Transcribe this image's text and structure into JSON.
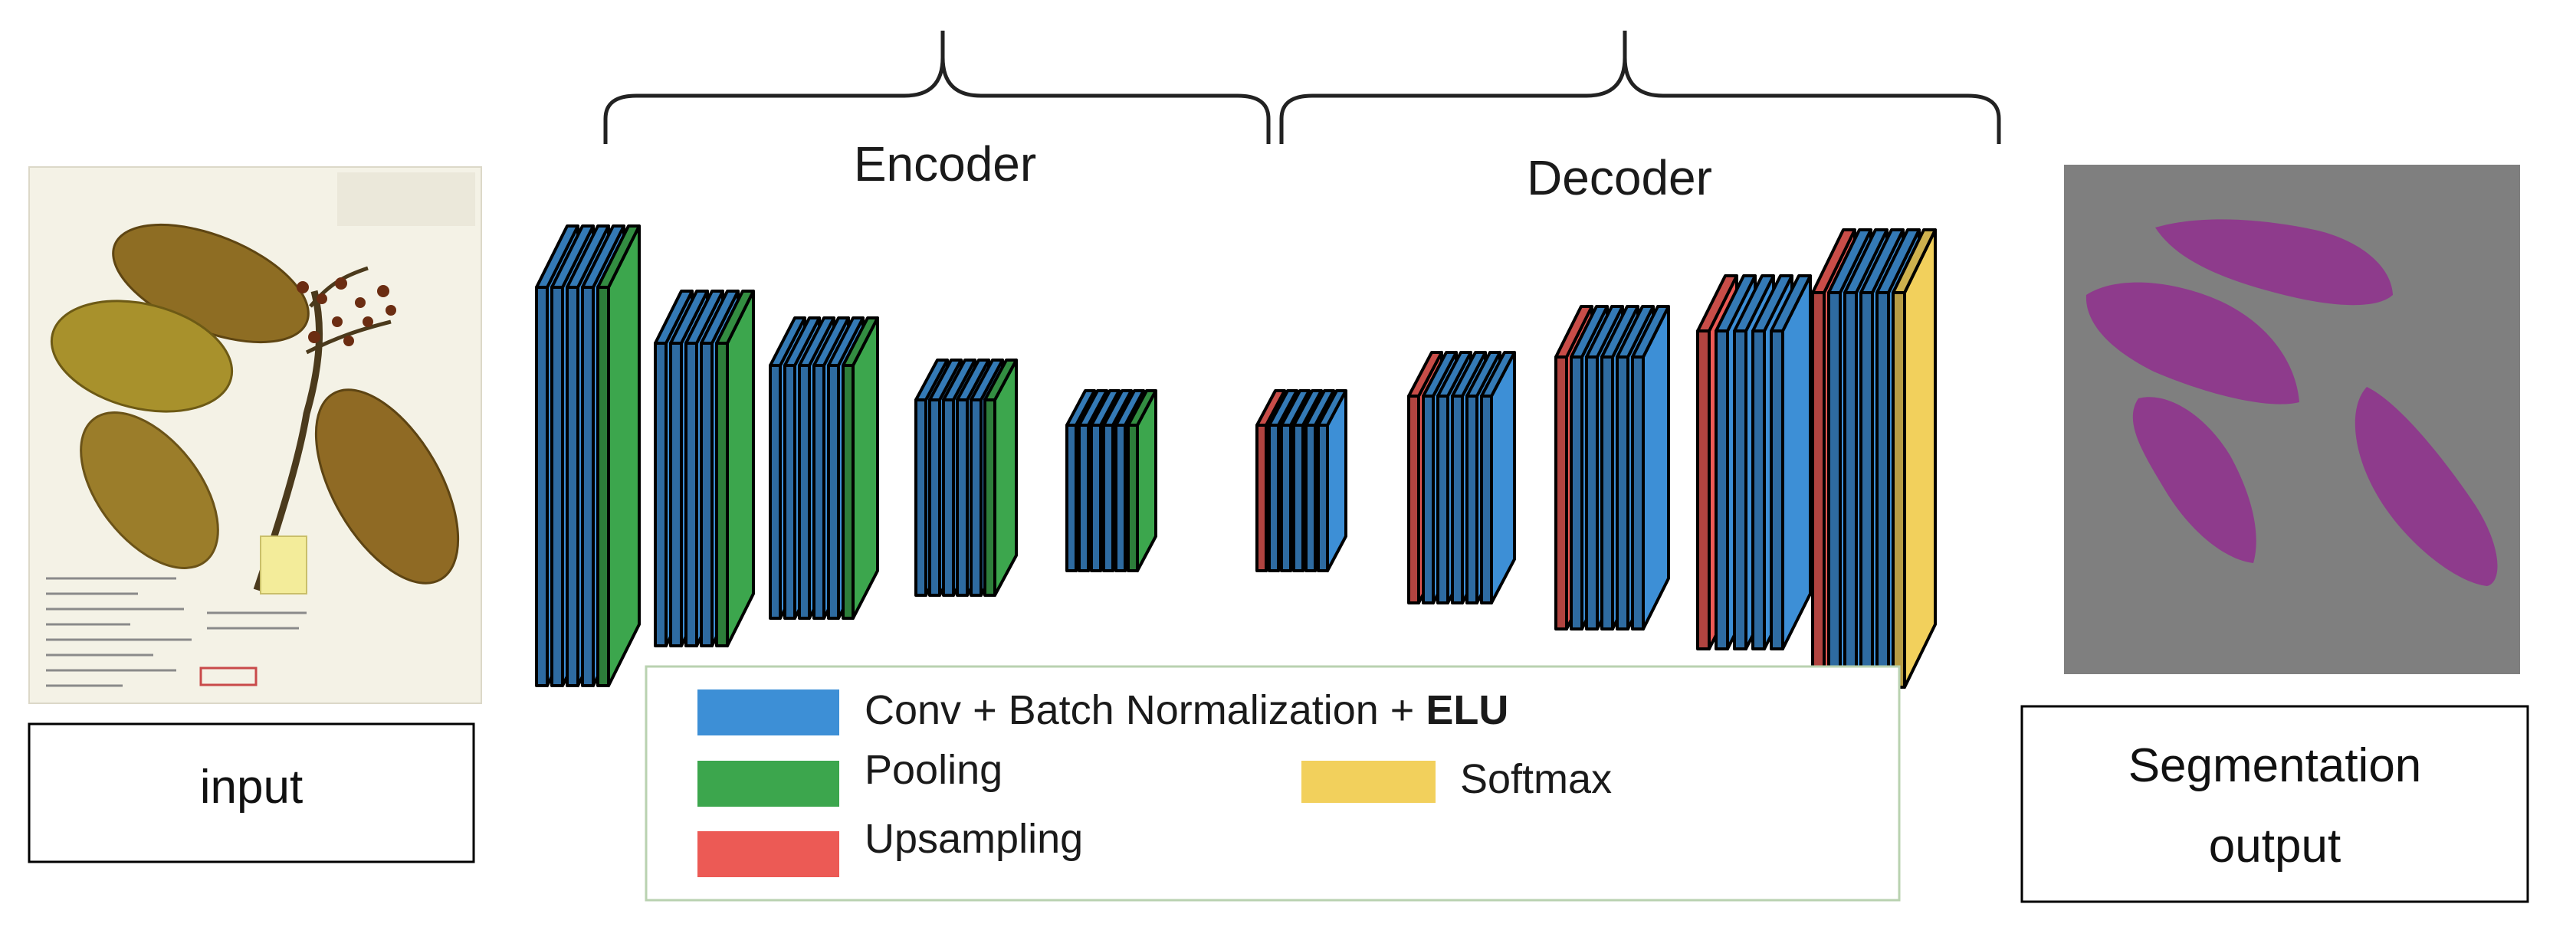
{
  "labels": {
    "encoder": "Encoder",
    "decoder": "Decoder",
    "input": "input",
    "output_line1": "Segmentation",
    "output_line2": "output"
  },
  "legend": {
    "items": [
      {
        "key": "conv",
        "text": "Conv + Batch Normalization + ",
        "bold": "ELU",
        "color": "#3d8fd6"
      },
      {
        "key": "pool",
        "text": "Pooling",
        "color": "#3ca64d"
      },
      {
        "key": "softmax",
        "text": "Softmax",
        "color": "#f2d05c"
      },
      {
        "key": "upsampling",
        "text": "Upsampling",
        "color": "#ec5a55"
      }
    ]
  },
  "colors": {
    "conv": "#3d8fd6",
    "pool": "#3ca64d",
    "upsampling": "#ec5a55",
    "softmax": "#f2d05c",
    "output_bg": "#7f7f7f",
    "mask": "#8e3b8c",
    "paper": "#f4f2e6",
    "leaf": "#9a7a2a"
  },
  "blocks": [
    {
      "stage": "encoder",
      "layers": [
        "conv",
        "conv",
        "conv",
        "conv",
        "pool"
      ]
    },
    {
      "stage": "encoder",
      "layers": [
        "conv",
        "conv",
        "conv",
        "conv",
        "pool"
      ]
    },
    {
      "stage": "encoder",
      "layers": [
        "conv",
        "conv",
        "conv",
        "conv",
        "conv",
        "pool"
      ]
    },
    {
      "stage": "encoder",
      "layers": [
        "conv",
        "conv",
        "conv",
        "conv",
        "conv",
        "pool"
      ]
    },
    {
      "stage": "encoder",
      "layers": [
        "conv",
        "conv",
        "conv",
        "conv",
        "conv",
        "pool"
      ]
    },
    {
      "stage": "decoder",
      "layers": [
        "upsampling",
        "conv",
        "conv",
        "conv",
        "conv",
        "conv"
      ]
    },
    {
      "stage": "decoder",
      "layers": [
        "upsampling",
        "conv",
        "conv",
        "conv",
        "conv",
        "conv"
      ]
    },
    {
      "stage": "decoder",
      "layers": [
        "upsampling",
        "conv",
        "conv",
        "conv",
        "conv",
        "conv"
      ]
    },
    {
      "stage": "decoder",
      "layers": [
        "upsampling",
        "conv",
        "conv",
        "conv",
        "conv"
      ]
    },
    {
      "stage": "decoder",
      "layers": [
        "upsampling",
        "conv",
        "conv",
        "conv",
        "conv",
        "softmax"
      ]
    }
  ]
}
